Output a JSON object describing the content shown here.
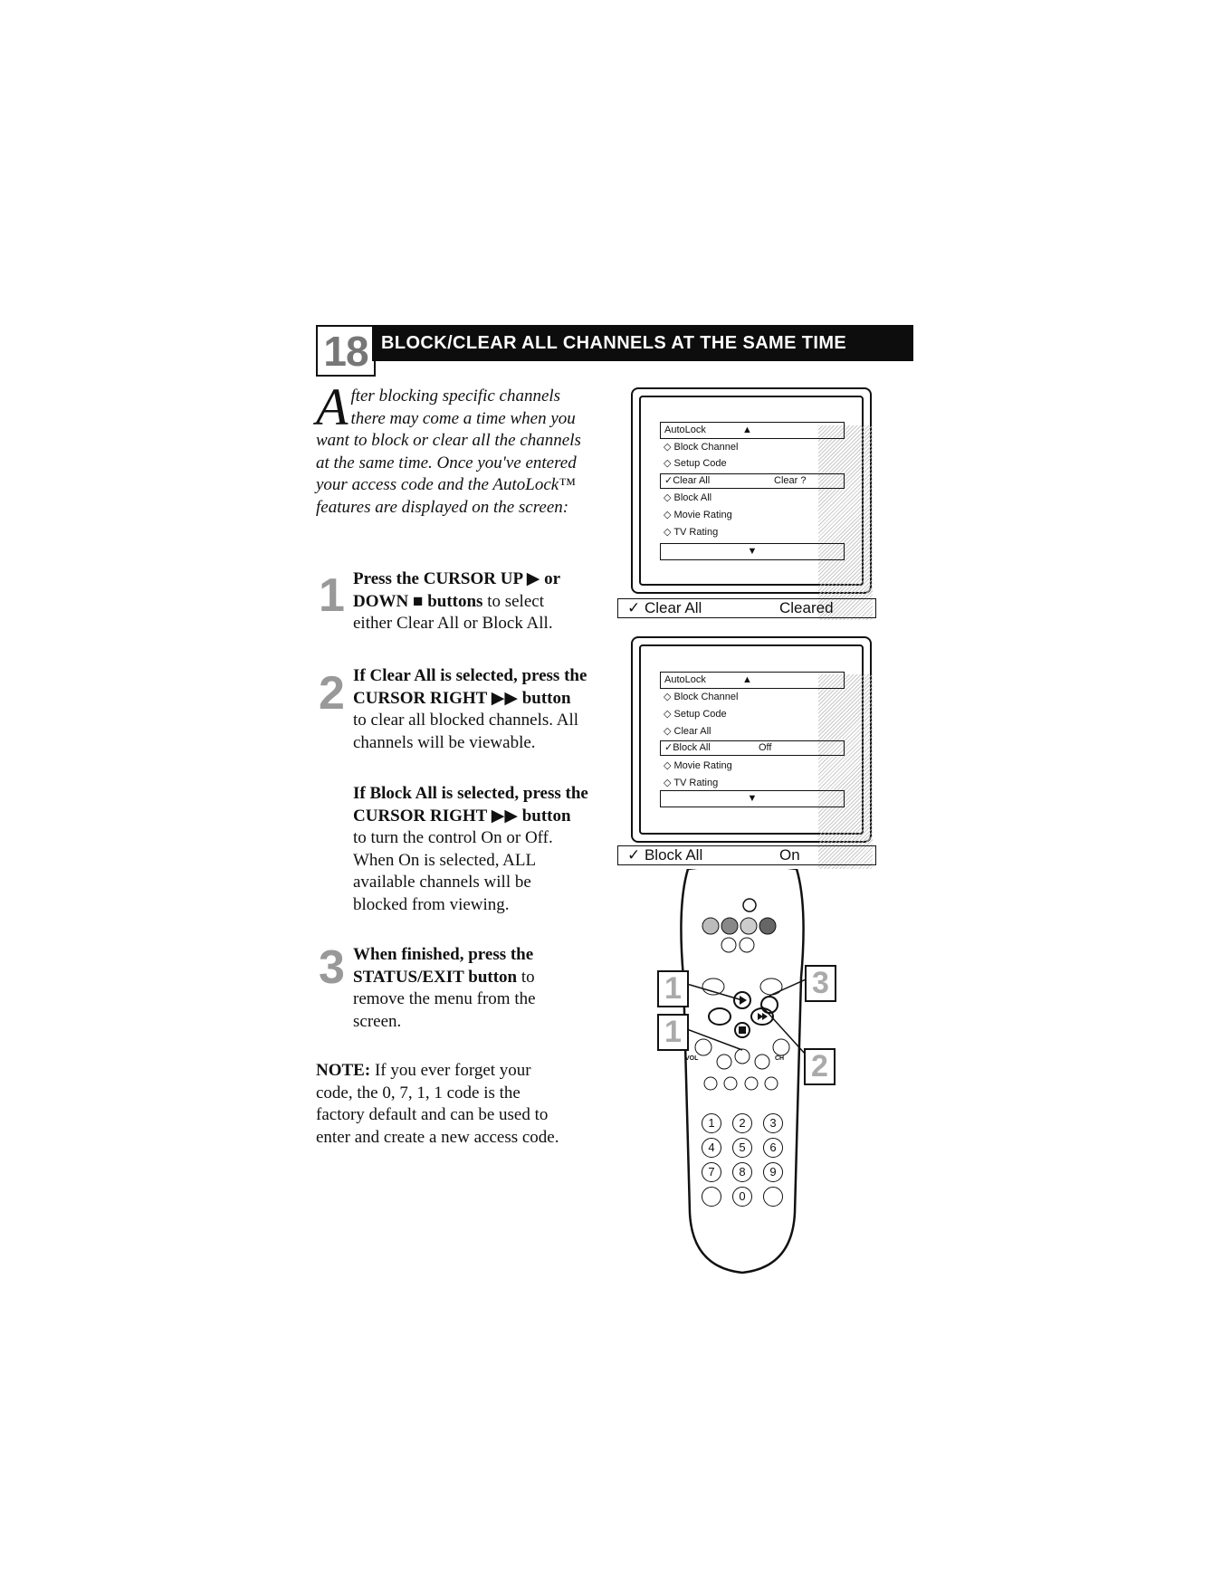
{
  "section": {
    "number": "18",
    "title": "BLOCK/CLEAR ALL CHANNELS AT THE SAME TIME"
  },
  "intro": {
    "dropcap": "A",
    "text": "fter blocking specific channels there may come a time when you want to block or clear all the channels at the same time. Once you've entered your access code and the AutoLock™ features are displayed on the screen:"
  },
  "steps": [
    {
      "num": "1",
      "bold1": "Press the CURSOR UP ▶ or DOWN ■ buttons",
      "rest1": " to select either Clear All or Block All."
    },
    {
      "num": "2",
      "bold1": "If Clear All is selected, press the CURSOR RIGHT ▶▶ button",
      "rest1": " to clear all blocked channels. All channels will be viewable.",
      "bold2": "If Block All is selected, press the CURSOR RIGHT ▶▶ button",
      "rest2": " to turn the control On or Off. When On is selected, ALL available channels will be blocked from viewing."
    },
    {
      "num": "3",
      "bold1": "When finished, press the STATUS/EXIT button",
      "rest1": " to remove the menu from the screen."
    }
  ],
  "note": {
    "label": "NOTE:",
    "text": " If you ever forget your code, the 0, 7, 1, 1 code is the factory default and can be used to enter and create a new access code."
  },
  "screen1": {
    "header": "AutoLock",
    "up_arrow": "▲",
    "down_arrow": "▼",
    "items": [
      "◇ Block Channel",
      "◇ Setup Code"
    ],
    "selected_label": "✓Clear All",
    "selected_value": "Clear ?",
    "items_after": [
      "◇ Block All",
      "◇ Movie Rating",
      "◇ TV Rating"
    ],
    "banner_label": "✓ Clear All",
    "banner_value": "Cleared"
  },
  "screen2": {
    "header": "AutoLock",
    "up_arrow": "▲",
    "down_arrow": "▼",
    "items": [
      "◇ Block Channel",
      "◇ Setup Code",
      "◇ Clear All"
    ],
    "selected_label": "✓Block All",
    "selected_value": "Off",
    "items_after": [
      "◇ Movie Rating",
      "◇ TV Rating"
    ],
    "banner_label": "✓ Block All",
    "banner_value": "On"
  },
  "remote": {
    "callouts": [
      "1",
      "1",
      "3",
      "2"
    ],
    "keypad": [
      "1",
      "2",
      "3",
      "4",
      "5",
      "6",
      "7",
      "8",
      "9",
      "",
      "0",
      ""
    ],
    "vol_label": "VOL",
    "ch_label": "CH"
  }
}
